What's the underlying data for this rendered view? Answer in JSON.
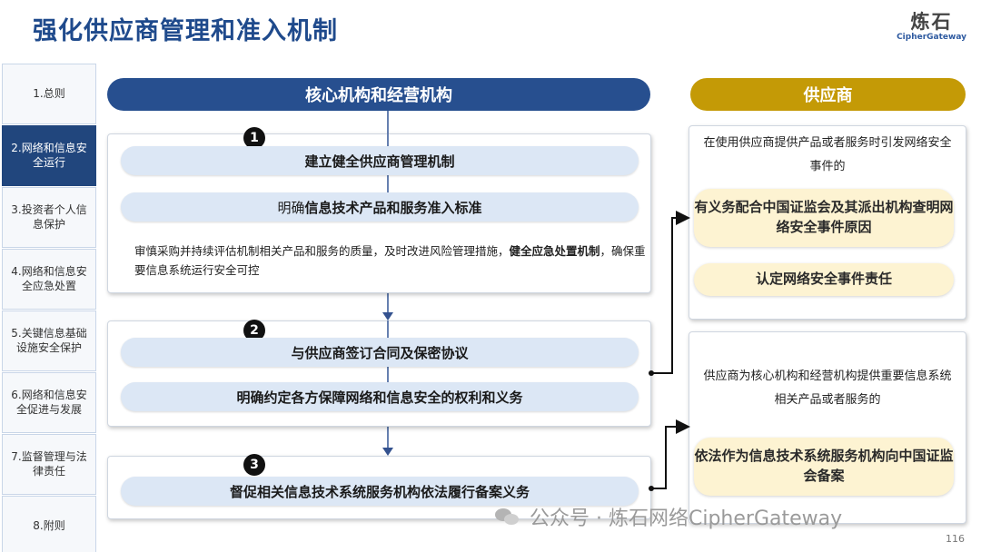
{
  "title": "强化供应商管理和准入机制",
  "logo": {
    "cn": "炼石",
    "en": "CipherGateway"
  },
  "sidebar": {
    "items": [
      {
        "label": "1.总则",
        "active": false
      },
      {
        "label": "2.网络和信息安全运行",
        "active": true
      },
      {
        "label": "3.投资者个人信息保护",
        "active": false
      },
      {
        "label": "4.网络和信息安全应急处置",
        "active": false
      },
      {
        "label": "5.关键信息基础设施安全保护",
        "active": false
      },
      {
        "label": "6.网络和信息安全促进与发展",
        "active": false
      },
      {
        "label": "7.监督管理与法律责任",
        "active": false
      },
      {
        "label": "8.附则",
        "active": false
      }
    ]
  },
  "headers": {
    "core": "核心机构和经营机构",
    "supplier": "供应商"
  },
  "steps": {
    "n1": "1",
    "n2": "2",
    "n3": "3",
    "s1_bar1": "建立健全供应商管理机制",
    "s1_bar2_prefix": "明确",
    "s1_bar2_bold": "信息技术产品和服务准入标准",
    "s1_desc_1": "审慎采购并持续评估机制相关产品和服务的质量，及时改进风险管理措施，",
    "s1_desc_bold": "健全应急处置机制",
    "s1_desc_2": "，确保重要信息系统运行安全可控",
    "s2_bar1": "与供应商签订合同及保密协议",
    "s2_bar2": "明确约定各方保障网络和信息安全的权利和义务",
    "s3_bar1": "督促相关信息技术系统服务机构依法履行备案义务"
  },
  "supplier": {
    "box1_text": "在使用供应商提供产品或者服务时引发网络安全事件的",
    "box1_gold1": "有义务配合中国证监会及其派出机构查明网络安全事件原因",
    "box1_gold2": "认定网络安全事件责任",
    "box2_text": "供应商为核心机构和经营机构提供重要信息系统相关产品或者服务的",
    "box2_gold1": "依法作为信息技术系统服务机构向中国证监会备案"
  },
  "watermark": "公众号 · 炼石网络CipherGateway",
  "page_number": "116",
  "colors": {
    "navy": "#274f8f",
    "gold": "#c49a06",
    "bar": "#dce7f5",
    "gold_light": "#fdf3d2"
  }
}
